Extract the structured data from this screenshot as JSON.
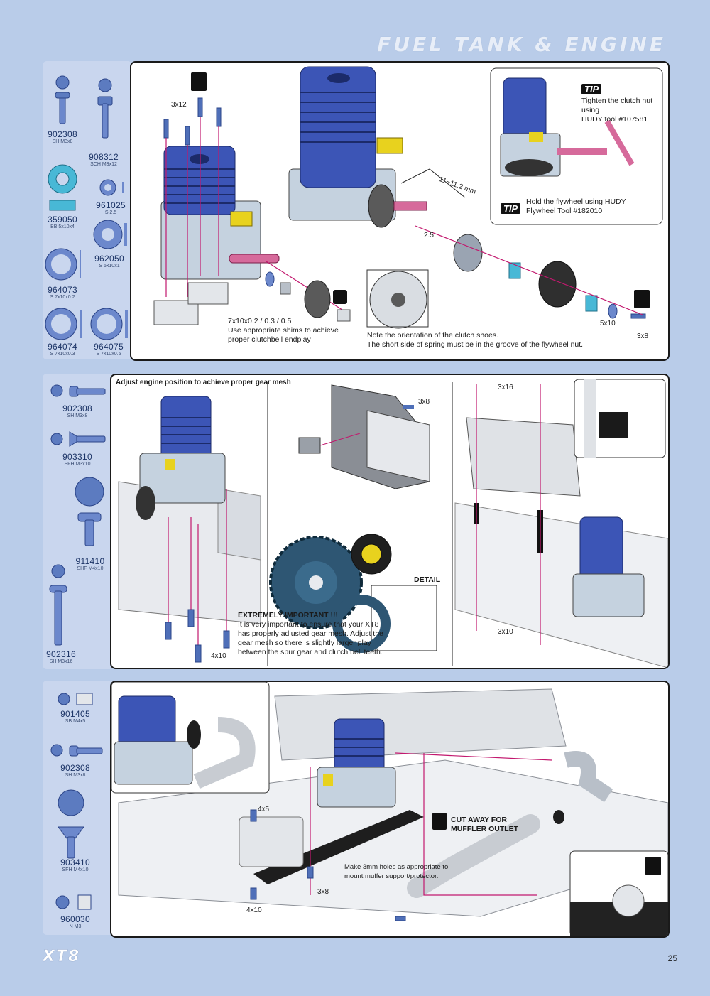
{
  "page": {
    "title": "FUEL TANK & ENGINE",
    "page_number": "25",
    "logo": "XT8"
  },
  "section1": {
    "parts": [
      {
        "code": "902308",
        "desc": "SH M3x8"
      },
      {
        "code": "908312",
        "desc": "SCH M3x12"
      },
      {
        "code": "359050",
        "desc": "BB 5x10x4"
      },
      {
        "code": "961025",
        "desc": "S 2.5"
      },
      {
        "code": "962050",
        "desc": "S 5x10x1"
      },
      {
        "code": "964073",
        "desc": "S 7x10x0.2"
      },
      {
        "code": "964074",
        "desc": "S 7x10x0.3"
      },
      {
        "code": "964075",
        "desc": "S 7x10x0.5"
      }
    ],
    "label_3x12": "3x12",
    "label_gap": "11~11.2 mm",
    "label_25": "2.5",
    "label_5x10": "5x10",
    "label_3x8": "3x8",
    "shims_label": "7x10x0.2 / 0.3 / 0.5",
    "shims_note_1": "Use appropriate shims to achieve",
    "shims_note_2": "proper clutchbell endplay",
    "clutch_note_1": "Note the orientation of the clutch shoes.",
    "clutch_note_2": "The short side of spring must be in the groove of the flywheel nut.",
    "tip_badge": "TIP",
    "tip1_1": "Tighten the clutch nut using",
    "tip1_2": "HUDY tool #107581",
    "tip2_1": "Hold the flywheel using HUDY",
    "tip2_2": "Flywheel Tool #182010"
  },
  "section2": {
    "parts": [
      {
        "code": "902308",
        "desc": "SH M3x8"
      },
      {
        "code": "903310",
        "desc": "SFH M3x10"
      },
      {
        "code": "911410",
        "desc": "SHF M4x10"
      },
      {
        "code": "902316",
        "desc": "SH M3x16"
      }
    ],
    "heading": "Adjust engine position to achieve proper gear mesh",
    "label_4x10": "4x10",
    "label_3x8": "3x8",
    "label_3x16": "3x16",
    "label_3x10": "3x10",
    "detail": "DETAIL",
    "important_title": "EXTREMELY IMPORTANT !!!",
    "important_1": "It is very important to ensure that your XT8",
    "important_2": "has properly adjusted gear mesh. Adjust the",
    "important_3": "gear mesh so there is slightly larger play",
    "important_4": "between the spur gear and clutch bell teeth."
  },
  "section3": {
    "parts": [
      {
        "code": "901405",
        "desc": "SB M4x5"
      },
      {
        "code": "902308",
        "desc": "SH M3x8"
      },
      {
        "code": "903410",
        "desc": "SFH M4x10"
      },
      {
        "code": "960030",
        "desc": "N M3"
      }
    ],
    "label_4x5": "4x5",
    "label_4x10": "4x10",
    "label_3x8": "3x8",
    "cutaway_1": "CUT AWAY FOR",
    "cutaway_2": "MUFFLER OUTLET",
    "holes_1": "Make 3mm holes as appropriate to",
    "holes_2": "mount muffer support/protector."
  },
  "colors": {
    "background": "#b9cce9",
    "engine_blue": "#3c55b6",
    "arrow_magenta": "#c2186e",
    "part_blue": "#4f6fb8",
    "bearing_cyan": "#48b8d6",
    "carb_yellow": "#e8d21e"
  }
}
